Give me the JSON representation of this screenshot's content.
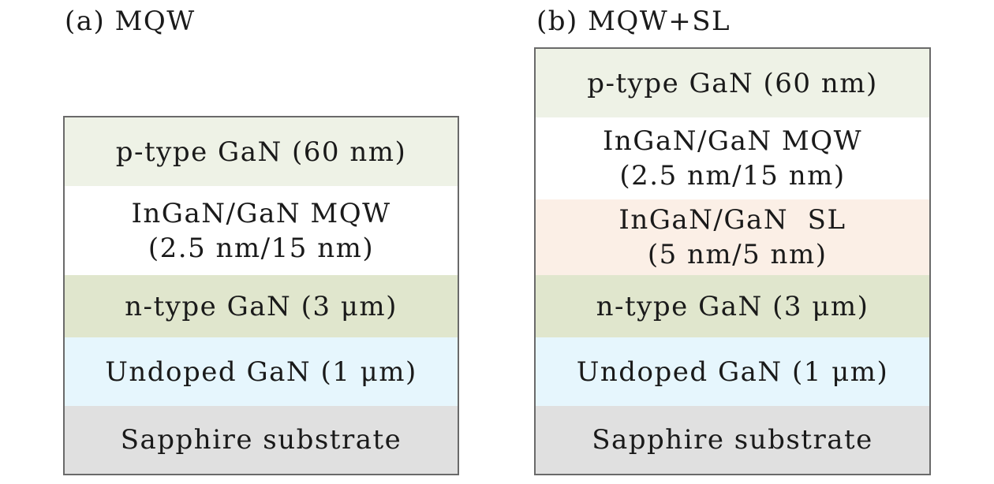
{
  "panels": [
    {
      "title": "(a) MQW",
      "layers": [
        {
          "lines": [
            "p-type GaN (60 nm)"
          ],
          "color": "#eef2e6"
        },
        {
          "lines": [
            "InGaN/GaN MQW",
            "(2.5 nm/15 nm)"
          ],
          "color": "#ffffff"
        },
        {
          "lines": [
            "n-type GaN (3 μm)"
          ],
          "color": "#e0e6cd"
        },
        {
          "lines": [
            "Undoped GaN (1 μm)"
          ],
          "color": "#e6f6fd"
        },
        {
          "lines": [
            "Sapphire substrate"
          ],
          "color": "#e0e0e0"
        }
      ]
    },
    {
      "title": "(b) MQW+SL",
      "layers": [
        {
          "lines": [
            "p-type GaN (60 nm)"
          ],
          "color": "#eef2e6"
        },
        {
          "lines": [
            "InGaN/GaN MQW",
            "(2.5 nm/15 nm)"
          ],
          "color": "#ffffff"
        },
        {
          "lines": [
            "InGaN/GaN  SL",
            " (5 nm/5 nm)"
          ],
          "color": "#fbefe6"
        },
        {
          "lines": [
            "n-type GaN (3 μm)"
          ],
          "color": "#e0e6cd"
        },
        {
          "lines": [
            "Undoped GaN (1 μm)"
          ],
          "color": "#e6f6fd"
        },
        {
          "lines": [
            "Sapphire substrate"
          ],
          "color": "#e0e0e0"
        }
      ]
    }
  ]
}
